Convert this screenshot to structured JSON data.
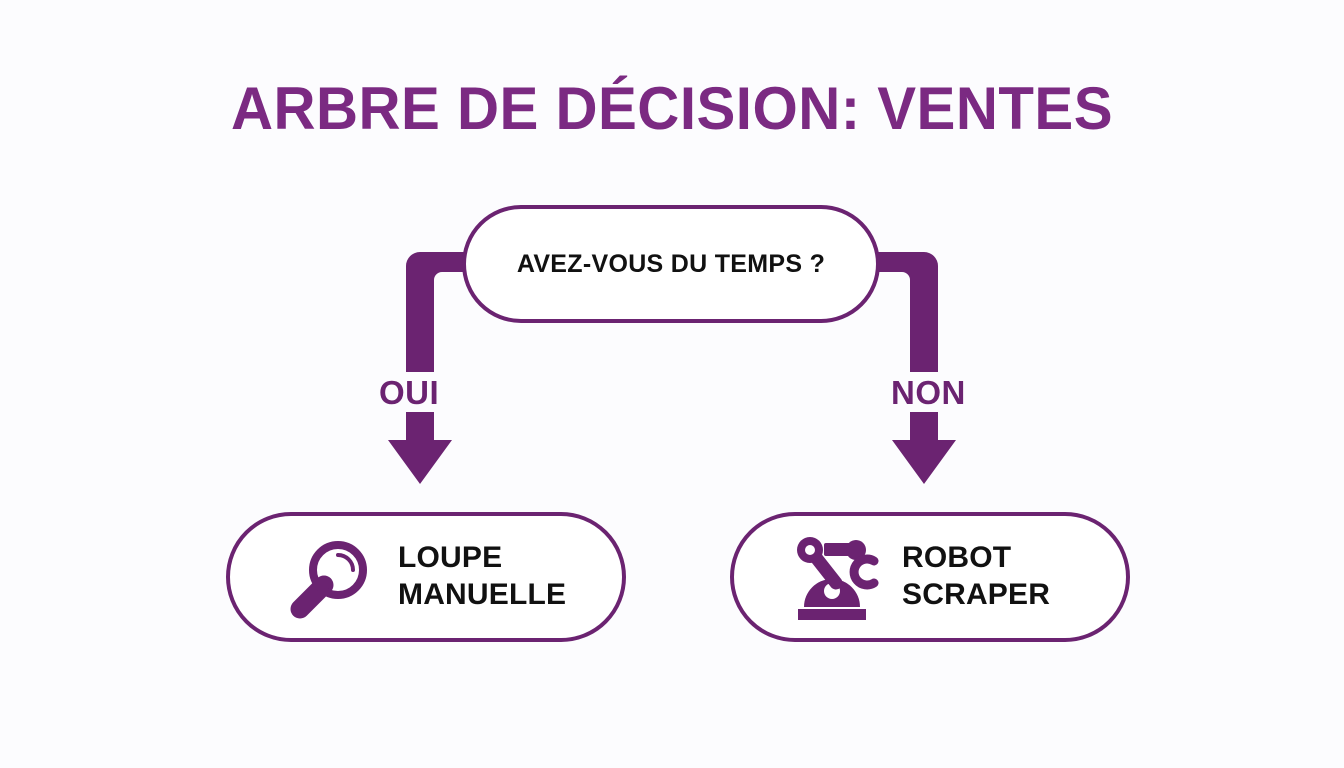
{
  "page": {
    "title": "ARBRE DE DÉCISION: VENTES",
    "background_color": "#fcfcfe",
    "accent_color": "#6b2371",
    "title_color": "#7b2a82",
    "text_color": "#111111"
  },
  "diagram": {
    "type": "decision-tree",
    "decision": {
      "label": "AVEZ-VOUS DU TEMPS ?"
    },
    "branches": [
      {
        "label": "OUI",
        "side": "left",
        "outcome": {
          "icon": "magnifier-icon",
          "line1": "LOUPE",
          "line2": "MANUELLE"
        }
      },
      {
        "label": "NON",
        "side": "right",
        "outcome": {
          "icon": "robot-arm-icon",
          "line1": "ROBOT",
          "line2": "SCRAPER"
        }
      }
    ]
  }
}
